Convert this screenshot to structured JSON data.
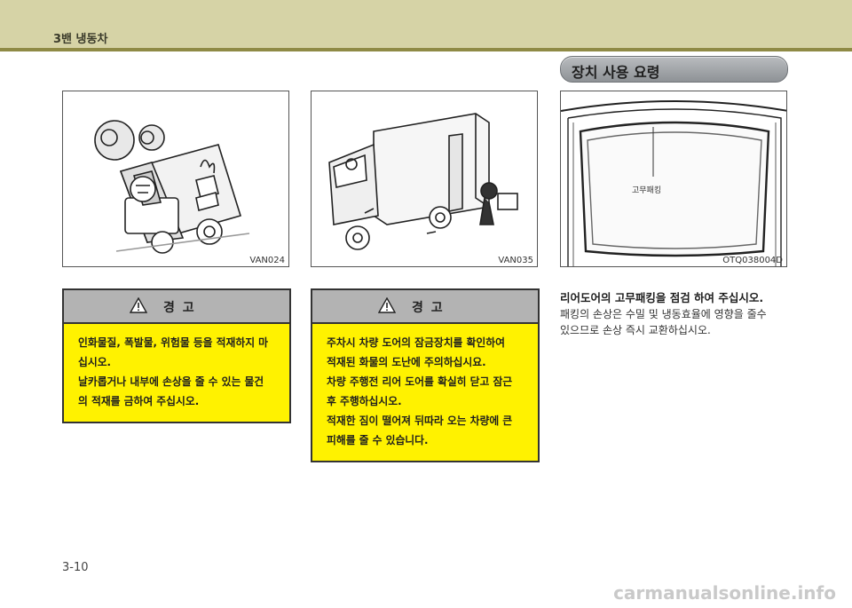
{
  "header": {
    "chapter": "3밴 냉동차"
  },
  "section": {
    "title": "장치 사용 요령"
  },
  "figures": [
    {
      "code": "VAN024"
    },
    {
      "code": "VAN035"
    },
    {
      "code": "OTQ038004D",
      "label": "고무패킹"
    }
  ],
  "warnings": [
    {
      "title": "경  고",
      "lines": [
        "인화물질, 폭발물, 위험물 등을 적재하지 마",
        "십시오.",
        "날카롭거나 내부에 손상을 줄 수 있는 물건",
        "의 적재를 금하여 주십시오."
      ]
    },
    {
      "title": "경  고",
      "lines": [
        "주차시 차량 도어의 잠금장치를 확인하여",
        "적재된 화물의 도난에 주의하십시요.",
        "차량 주행전 리어 도어를 확실히 닫고 잠근",
        "후 주행하십시오.",
        "적재한 짐이 떨어져 뒤따라 오는 차량에 큰",
        "피해를 줄 수 있습니다."
      ]
    }
  ],
  "instruction": {
    "title": "리어도어의 고무패킹을 점검 하여 주십시오.",
    "lines": [
      "패킹의 손상은 수밀 및 냉동효율에 영향을 줄수",
      "있으므로 손상 즉시 교환하십시오."
    ]
  },
  "footer": {
    "page": "3-10",
    "watermark": "carmanualsonline.info"
  }
}
